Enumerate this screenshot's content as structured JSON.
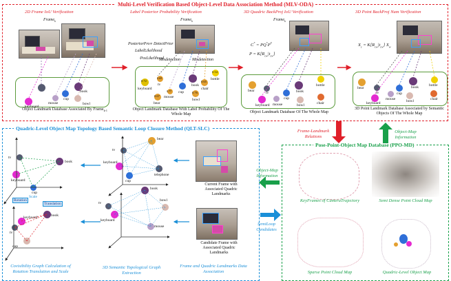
{
  "mlv": {
    "title": "Multi-Level Verification Based Object-Level Data Association Method (MLV-ODA)",
    "step1": "2D Frame IoU Verification",
    "step2": "Label Posterior Probability Verification",
    "step3": "3D Quadric BackProj IoU Verification",
    "step4": "3D Point BackProj Num Verification",
    "frame_label": "Frame",
    "frame_sub": "k",
    "db1": "Object Landmark Database Associated By Frame",
    "db1_sub": "k-1",
    "db2": "Object Landmark Database With Label Probability Of The Whole Map",
    "db3": "Object Landmark Database Of The Whole Map",
    "db4": "3D Point Landmark Database Associated by Semantic Objects Of The Whole Map",
    "formula_post": "PosteriorPro∝ DetectPrior",
    "formula_like": "LabelLikelihood",
    "formula_pos": "·PosLikelihood",
    "misdet1": "Misdetection",
    "misdet2": "Misdetection",
    "eq1": "C* = PQ*P^T",
    "eq2": "P = K[R_cw | t_cw]",
    "eq3": "X_c = K[R_cw | t_cw] X_w",
    "probs": {
      "keyboard": "0.72",
      "tv": "0.69",
      "bear": "0.67",
      "mouse": "0.77",
      "bowl": "0.76",
      "chair": "0.65",
      "bottle": "0.54"
    },
    "labels": {
      "keyboard": "keyboard",
      "mouse": "mouse",
      "cup": "cup",
      "book": "book",
      "bowl": "bowl",
      "bear": "bear",
      "tv": "tv",
      "bottle": "bottle",
      "chair": "chair",
      "telephone": "telephone"
    }
  },
  "qlt": {
    "title": "Quadric-Level Object Map Topology Based Semantic Loop Closure Method (QLT-SLC)",
    "cap1": "Covisibility Graph Calculation of Rotation Translation and Scale",
    "cap2": "3D Semantic Topological Graph Extraction",
    "cap3": "Frame and Quadric Landmarks Data Association",
    "current": "Current Frame with Associated Quadric Landmarks",
    "candidate": "Candidate Frame with Associated Quadric Landmarks",
    "rotation": "Rotation",
    "translation": "Translation",
    "scale": "Scale"
  },
  "ppo": {
    "title": "Pose-Point-Object Map Database (PPO-MD)",
    "kf": "KeyFrames of CameraTrajectory",
    "semi": "Semi Dense Point Cloud Map",
    "sparse": "Sparse Point Cloud Map",
    "quadric": "Quadric-Level Object Map"
  },
  "links": {
    "frame_landmark": "Frame-Landmark Relations",
    "object_map_info1": "Object-Map Information",
    "object_map_info2": "Object-Map Information",
    "semi_loop": "SemiLoop Candidates"
  },
  "colors": {
    "red": "#e0202a",
    "blue": "#1a8fd8",
    "green": "#19a04a"
  }
}
